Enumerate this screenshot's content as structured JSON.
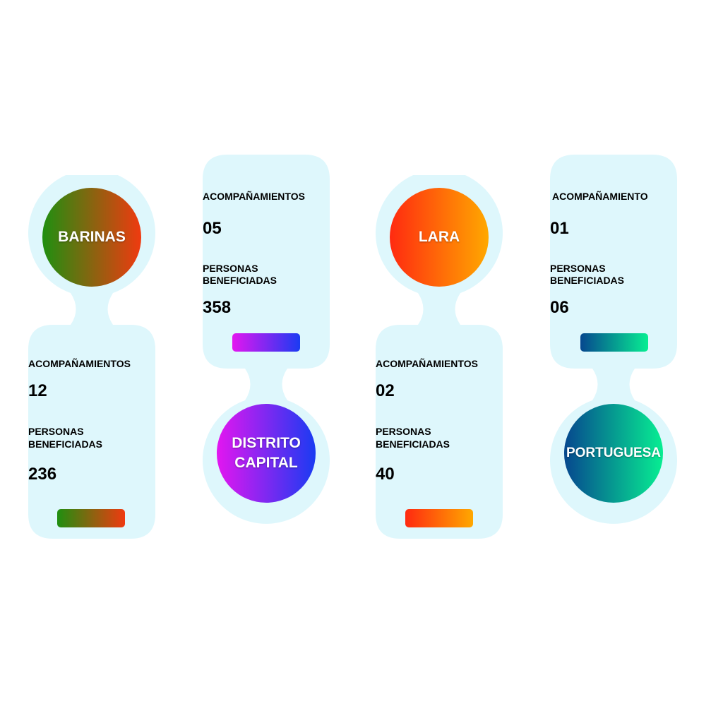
{
  "cards": [
    {
      "region": "BARINAS",
      "stat1_label": "ACOMPAÑAMIENTOS",
      "stat1_value": "12",
      "stat2_label_line1": "PERSONAS",
      "stat2_label_line2": "BENEFICIADAS",
      "stat2_value": "236",
      "gradient": [
        "#1f8f10",
        "#f03a10"
      ]
    },
    {
      "region_line1": "DISTRITO",
      "region_line2": "CAPITAL",
      "stat1_label": "ACOMPAÑAMIENTOS",
      "stat1_value": "05",
      "stat2_label_line1": "PERSONAS",
      "stat2_label_line2": "BENEFICIADAS",
      "stat2_value": "358",
      "gradient": [
        "#e316f0",
        "#1a3bf2"
      ]
    },
    {
      "region": "LARA",
      "stat1_label": "ACOMPAÑAMIENTOS",
      "stat1_value": "02",
      "stat2_label_line1": "PERSONAS",
      "stat2_label_line2": "BENEFICIADAS",
      "stat2_value": "40",
      "gradient": [
        "#ff2a10",
        "#ffa800"
      ]
    },
    {
      "region": "PORTUGUESA",
      "stat1_label": "ACOMPAÑAMIENTO",
      "stat1_value": "01",
      "stat2_label_line1": "PERSONAS",
      "stat2_label_line2": "BENEFICIADAS",
      "stat2_value": "06",
      "gradient": [
        "#06478f",
        "#07ee92"
      ]
    }
  ],
  "colors": {
    "card_background": "#def7fc",
    "text": "#111111",
    "circle_text": "#ffffff"
  }
}
